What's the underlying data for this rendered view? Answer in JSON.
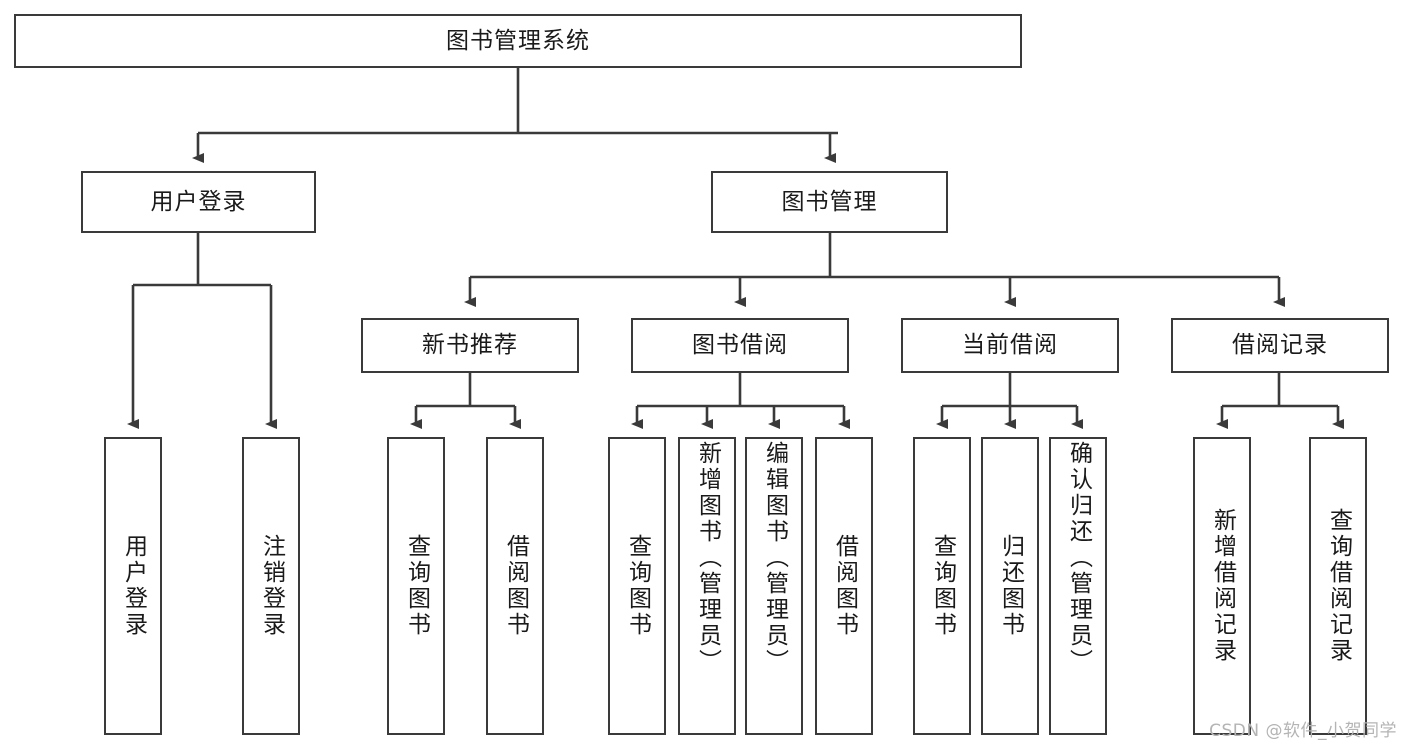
{
  "diagram": {
    "type": "tree-hierarchy",
    "title": "图书管理系统",
    "root": {
      "id": "root",
      "label": "图书管理系统"
    },
    "level2": [
      {
        "id": "user-login",
        "label": "用户登录"
      },
      {
        "id": "book-manage",
        "label": "图书管理"
      }
    ],
    "level3": [
      {
        "id": "new-book-recommend",
        "label": "新书推荐",
        "parent": "book-manage"
      },
      {
        "id": "book-borrow",
        "label": "图书借阅",
        "parent": "book-manage"
      },
      {
        "id": "current-borrow",
        "label": "当前借阅",
        "parent": "book-manage"
      },
      {
        "id": "borrow-record",
        "label": "借阅记录",
        "parent": "book-manage"
      }
    ],
    "leaves": {
      "user-login": [
        {
          "id": "leaf-user-login",
          "label": "用户登录"
        },
        {
          "id": "leaf-logout",
          "label": "注销登录"
        }
      ],
      "new-book-recommend": [
        {
          "id": "leaf-query-book-1",
          "label": "查询图书"
        },
        {
          "id": "leaf-borrow-book-1",
          "label": "借阅图书"
        }
      ],
      "book-borrow": [
        {
          "id": "leaf-query-book-2",
          "label": "查询图书"
        },
        {
          "id": "leaf-add-book",
          "label": "新增图书（管理员）"
        },
        {
          "id": "leaf-edit-book",
          "label": "编辑图书（管理员）"
        },
        {
          "id": "leaf-borrow-book-2",
          "label": "借阅图书"
        }
      ],
      "current-borrow": [
        {
          "id": "leaf-query-book-3",
          "label": "查询图书"
        },
        {
          "id": "leaf-return-book",
          "label": "归还图书"
        },
        {
          "id": "leaf-confirm-return",
          "label": "确认归还（管理员）"
        }
      ],
      "borrow-record": [
        {
          "id": "leaf-add-record",
          "label": "新增借阅记录"
        },
        {
          "id": "leaf-query-record",
          "label": "查询借阅记录"
        }
      ]
    }
  },
  "watermark": {
    "text": "CSDN @软件_小贺同学"
  },
  "colors": {
    "stroke": "#3a3a3a",
    "background": "#ffffff",
    "text": "#1a1a1a",
    "watermark": "#b4b4b4"
  }
}
